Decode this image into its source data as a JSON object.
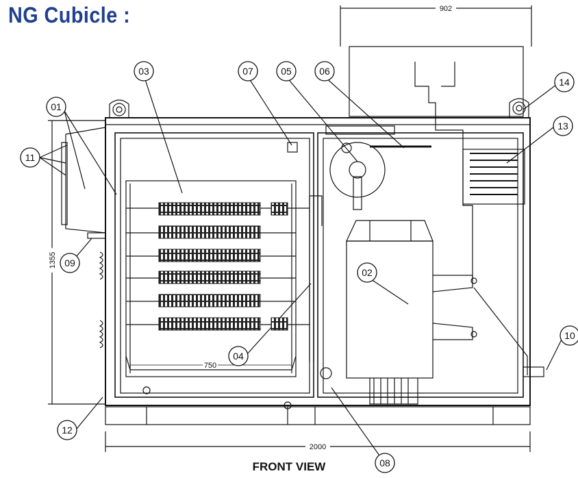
{
  "header": {
    "title": "NG Cubicle :"
  },
  "caption": "FRONT VIEW",
  "dimensions": {
    "top_width": "902",
    "height": "1355",
    "bottom_width": "2000",
    "inner_width": "750"
  },
  "callouts": [
    "01",
    "02",
    "03",
    "04",
    "05",
    "06",
    "07",
    "08",
    "09",
    "10",
    "11",
    "12",
    "13",
    "14"
  ],
  "colors": {
    "title": "#1f3f8f",
    "line": "#111111"
  }
}
